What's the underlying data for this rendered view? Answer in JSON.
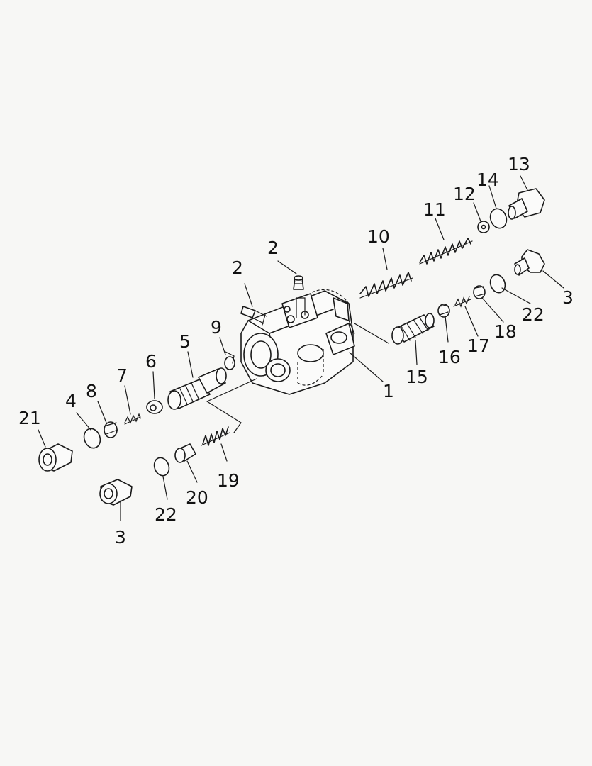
{
  "callouts": [
    "1",
    "2",
    "2",
    "3",
    "3",
    "4",
    "5",
    "6",
    "7",
    "8",
    "9",
    "10",
    "11",
    "12",
    "13",
    "14",
    "15",
    "16",
    "17",
    "18",
    "19",
    "20",
    "21",
    "22",
    "22"
  ]
}
